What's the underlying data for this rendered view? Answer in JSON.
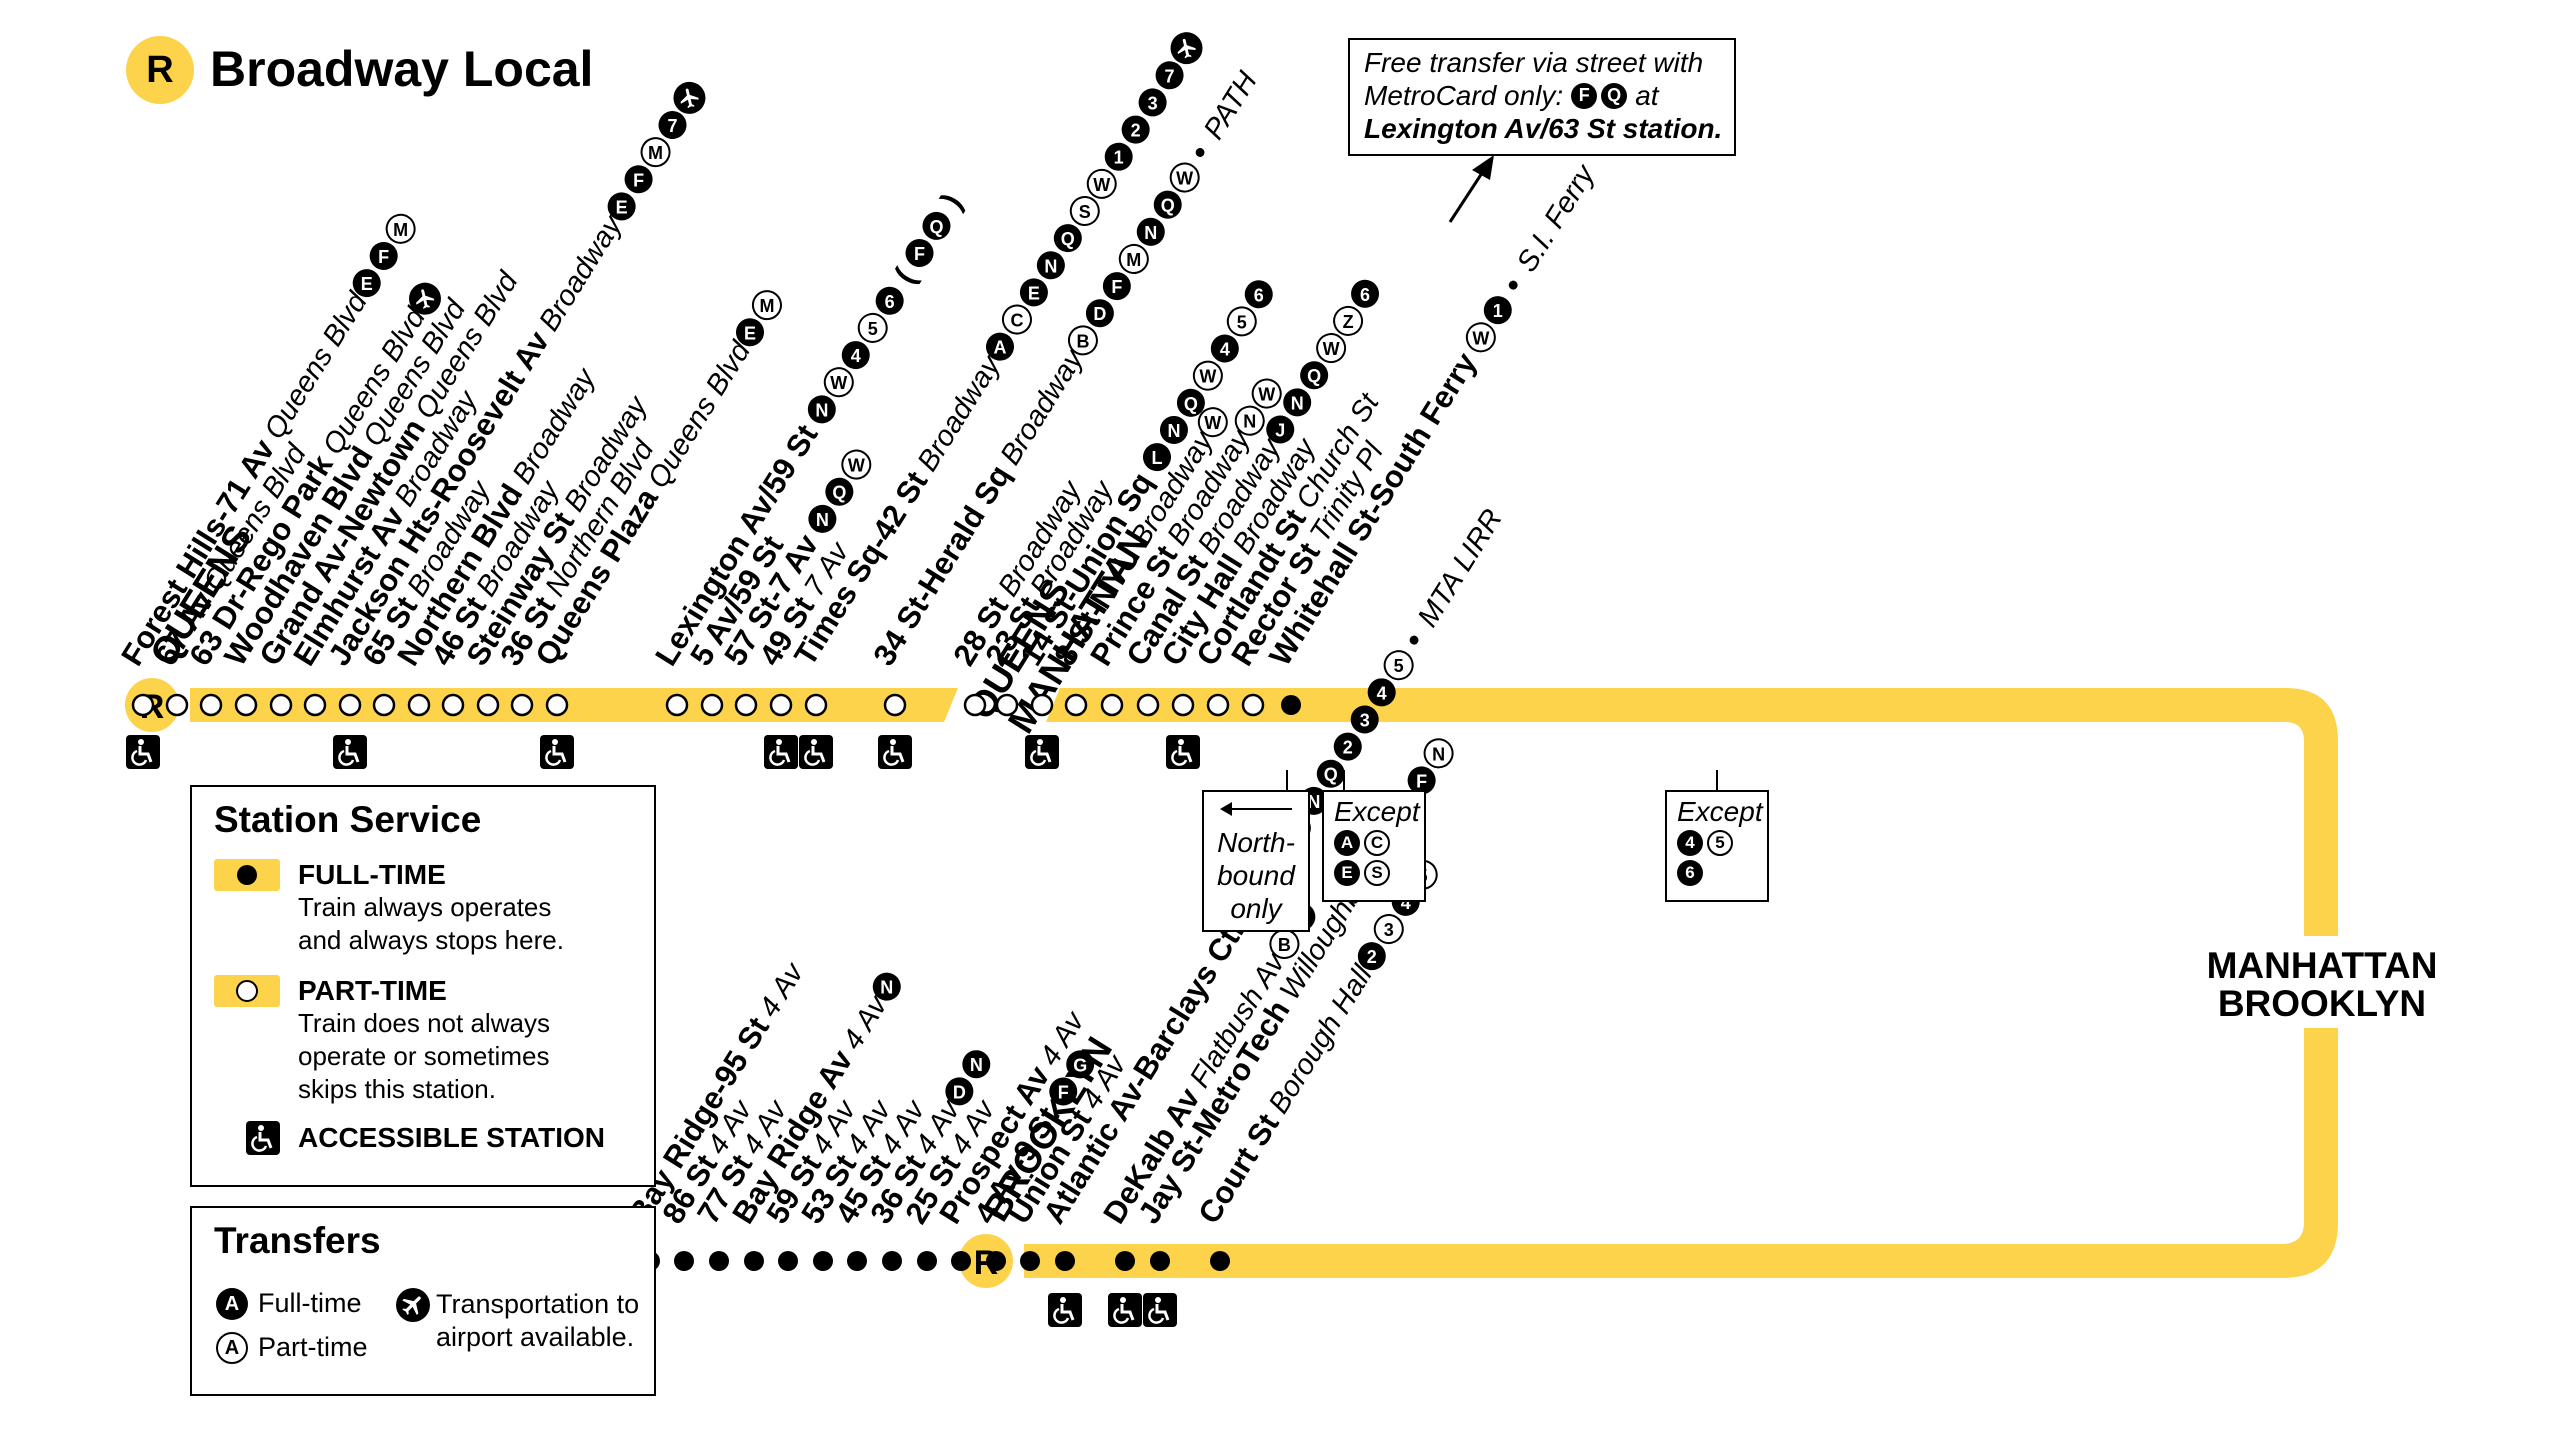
{
  "title": "Broadway Local",
  "route": {
    "letter": "R",
    "color": "#fcd34a"
  },
  "colors": {
    "line": "#fcd34a",
    "ink": "#000000"
  },
  "boroughs": {
    "queens": "QUEENS",
    "queens_manhattan": [
      "QUEENS",
      "MANHATTAN"
    ],
    "manhattan_brooklyn": [
      "MANHATTAN",
      "BROOKLYN"
    ],
    "brooklyn": "BROOKLYN"
  },
  "top_stations": [
    {
      "name": "Forest Hills-71 Av",
      "street": "Queens Blvd",
      "service": "part-time",
      "transfers": [
        {
          "r": "E",
          "f": true
        },
        {
          "r": "F",
          "f": true
        },
        {
          "r": "M",
          "f": false
        }
      ],
      "accessible": true
    },
    {
      "name": "67 Av",
      "street": "Queens Blvd",
      "service": "part-time",
      "transfers": [],
      "accessible": false
    },
    {
      "name": "63 Dr-Rego Park",
      "street": "Queens Blvd",
      "service": "part-time",
      "transfers": [
        {
          "r": "airport-icon",
          "f": true
        }
      ],
      "accessible": false
    },
    {
      "name": "Woodhaven Blvd",
      "street": "Queens Blvd",
      "service": "part-time",
      "transfers": [],
      "accessible": false
    },
    {
      "name": "Grand Av-Newtown",
      "street": "Queens Blvd",
      "service": "part-time",
      "transfers": [],
      "accessible": false
    },
    {
      "name": "Elmhurst Av",
      "street": "Broadway",
      "service": "part-time",
      "transfers": [],
      "accessible": false
    },
    {
      "name": "Jackson Hts-Roosevelt Av",
      "street": "Broadway",
      "service": "part-time",
      "transfers": [
        {
          "r": "E",
          "f": true
        },
        {
          "r": "F",
          "f": true
        },
        {
          "r": "M",
          "f": false
        },
        {
          "r": "7",
          "f": true
        },
        {
          "r": "airport-icon",
          "f": true
        }
      ],
      "accessible": true
    },
    {
      "name": "65 St",
      "street": "Broadway",
      "service": "part-time",
      "transfers": [],
      "accessible": false
    },
    {
      "name": "Northern Blvd",
      "street": "Broadway",
      "service": "part-time",
      "transfers": [],
      "accessible": false
    },
    {
      "name": "46 St",
      "street": "Broadway",
      "service": "part-time",
      "transfers": [],
      "accessible": false
    },
    {
      "name": "Steinway St",
      "street": "Broadway",
      "service": "part-time",
      "transfers": [],
      "accessible": false
    },
    {
      "name": "36 St",
      "street": "Northern Blvd",
      "service": "part-time",
      "transfers": [],
      "accessible": false
    },
    {
      "name": "Queens Plaza",
      "street": "Queens Blvd",
      "service": "part-time",
      "transfers": [
        {
          "r": "E",
          "f": true
        },
        {
          "r": "M",
          "f": false
        }
      ],
      "accessible": true
    },
    {
      "name": "Lexington Av/59 St",
      "street": "",
      "service": "part-time",
      "transfers": [
        {
          "r": "N",
          "f": true
        },
        {
          "r": "W",
          "f": false
        },
        {
          "r": "4",
          "f": true
        },
        {
          "r": "5",
          "f": false
        },
        {
          "r": "6",
          "f": true
        },
        {
          "r": "(",
          "f": null
        },
        {
          "r": "F",
          "f": true
        },
        {
          "r": "Q",
          "f": true
        },
        {
          "r": ")",
          "f": null
        }
      ],
      "accessible": false
    },
    {
      "name": "5 Av/59 St",
      "street": "",
      "service": "part-time",
      "transfers": [],
      "accessible": false
    },
    {
      "name": "57 St-7 Av",
      "street": "",
      "service": "part-time",
      "transfers": [
        {
          "r": "N",
          "f": true
        },
        {
          "r": "Q",
          "f": true
        },
        {
          "r": "W",
          "f": false
        }
      ],
      "accessible": false
    },
    {
      "name": "49 St",
      "street": "7 Av",
      "service": "part-time",
      "transfers": [],
      "accessible": true
    },
    {
      "name": "Times Sq-42 St",
      "street": "Broadway",
      "service": "part-time",
      "transfers": [
        {
          "r": "A",
          "f": true
        },
        {
          "r": "C",
          "f": false
        },
        {
          "r": "E",
          "f": true
        },
        {
          "r": "N",
          "f": true
        },
        {
          "r": "Q",
          "f": true
        },
        {
          "r": "S",
          "f": false
        },
        {
          "r": "W",
          "f": false
        },
        {
          "r": "1",
          "f": true
        },
        {
          "r": "2",
          "f": true
        },
        {
          "r": "3",
          "f": true
        },
        {
          "r": "7",
          "f": true
        },
        {
          "r": "airport-icon",
          "f": true
        }
      ],
      "accessible": true
    },
    {
      "name": "34 St-Herald Sq",
      "street": "Broadway",
      "service": "part-time",
      "transfers": [
        {
          "r": "B",
          "f": false
        },
        {
          "r": "D",
          "f": true
        },
        {
          "r": "F",
          "f": true
        },
        {
          "r": "M",
          "f": false
        },
        {
          "r": "N",
          "f": true
        },
        {
          "r": "Q",
          "f": true
        },
        {
          "r": "W",
          "f": false
        },
        {
          "r": "•",
          "f": null
        },
        {
          "r": "PATH",
          "f": null
        }
      ],
      "accessible": true
    },
    {
      "name": "28 St",
      "street": "Broadway",
      "service": "part-time",
      "transfers": [],
      "accessible": false
    },
    {
      "name": "23 St",
      "street": "Broadway",
      "service": "part-time",
      "transfers": [],
      "accessible": false
    },
    {
      "name": "14 St-Union Sq",
      "street": "",
      "service": "part-time",
      "transfers": [
        {
          "r": "L",
          "f": true
        },
        {
          "r": "N",
          "f": true
        },
        {
          "r": "Q",
          "f": true
        },
        {
          "r": "W",
          "f": false
        },
        {
          "r": "4",
          "f": true
        },
        {
          "r": "5",
          "f": false
        },
        {
          "r": "6",
          "f": true
        }
      ],
      "accessible": true
    },
    {
      "name": "8 St-NYU",
      "street": "Broadway",
      "service": "part-time",
      "transfers": [
        {
          "r": "W",
          "f": false
        }
      ],
      "accessible": false
    },
    {
      "name": "Prince St",
      "street": "Broadway",
      "service": "part-time",
      "transfers": [
        {
          "r": "N",
          "f": false
        },
        {
          "r": "W",
          "f": false
        }
      ],
      "accessible": false
    },
    {
      "name": "Canal St",
      "street": "Broadway",
      "service": "part-time",
      "transfers": [
        {
          "r": "J",
          "f": true
        },
        {
          "r": "N",
          "f": true
        },
        {
          "r": "Q",
          "f": true
        },
        {
          "r": "W",
          "f": false
        },
        {
          "r": "Z",
          "f": false
        },
        {
          "r": "6",
          "f": true
        }
      ],
      "accessible": false
    },
    {
      "name": "City Hall",
      "street": "Broadway",
      "service": "part-time",
      "transfers": [],
      "accessible": true
    },
    {
      "name": "Cortlandt St",
      "street": "Church St",
      "service": "part-time",
      "transfers": [],
      "accessible": false
    },
    {
      "name": "Rector St",
      "street": "Trinity Pl",
      "service": "part-time",
      "transfers": [],
      "accessible": false
    },
    {
      "name": "Whitehall St-South Ferry",
      "street": "",
      "service": "full-time",
      "transfers": [
        {
          "r": "W",
          "f": false
        },
        {
          "r": "1",
          "f": true
        },
        {
          "r": "•",
          "f": null
        },
        {
          "r": "S.I. Ferry",
          "f": null
        }
      ],
      "accessible": false
    }
  ],
  "bottom_stations": [
    {
      "name": "Bay Ridge-95 St",
      "street": "4 Av",
      "transfers": [],
      "accessible": false
    },
    {
      "name": "86 St",
      "street": "4 Av",
      "transfers": [],
      "accessible": false
    },
    {
      "name": "77 St",
      "street": "4 Av",
      "transfers": [],
      "accessible": false
    },
    {
      "name": "Bay Ridge Av",
      "street": "4 Av",
      "transfers": [
        {
          "r": "N",
          "f": true
        }
      ],
      "accessible": false
    },
    {
      "name": "59 St",
      "street": "4 Av",
      "transfers": [],
      "accessible": false
    },
    {
      "name": "53 St",
      "street": "4 Av",
      "transfers": [],
      "accessible": false
    },
    {
      "name": "45 St",
      "street": "4 Av",
      "transfers": [],
      "accessible": false
    },
    {
      "name": "36 St",
      "street": "4 Av",
      "transfers": [
        {
          "r": "D",
          "f": true
        },
        {
          "r": "N",
          "f": true
        }
      ],
      "accessible": false
    },
    {
      "name": "25 St",
      "street": "4 Av",
      "transfers": [],
      "accessible": false
    },
    {
      "name": "Prospect Av",
      "street": "4 Av",
      "transfers": [],
      "accessible": false
    },
    {
      "name": "4 Av-9 St",
      "street": "",
      "transfers": [
        {
          "r": "F",
          "f": true
        },
        {
          "r": "G",
          "f": true
        }
      ],
      "accessible": false
    },
    {
      "name": "Union St",
      "street": "4 Av",
      "transfers": [],
      "accessible": false
    },
    {
      "name": "Atlantic Av-Barclays Ctr",
      "street": "4 Av",
      "transfers": [
        {
          "r": "B",
          "f": false
        },
        {
          "r": "D",
          "f": true
        },
        {
          "r": "N",
          "f": true
        },
        {
          "r": "Q",
          "f": true
        },
        {
          "r": "2",
          "f": true
        },
        {
          "r": "3",
          "f": true
        },
        {
          "r": "4",
          "f": true
        },
        {
          "r": "5",
          "f": false
        },
        {
          "r": "•",
          "f": null
        },
        {
          "r": "MTA LIRR",
          "f": null
        }
      ],
      "accessible": true
    },
    {
      "name": "DeKalb Av",
      "street": "Flatbush Av",
      "transfers": [
        {
          "r": "B",
          "f": false
        },
        {
          "r": "Q",
          "f": true
        }
      ],
      "accessible": true
    },
    {
      "name": "Jay St-MetroTech",
      "street": "Willoughby St",
      "transfers": [
        {
          "r": "A",
          "f": true
        },
        {
          "r": "C",
          "f": false
        },
        {
          "r": "F",
          "f": true
        },
        {
          "r": "N",
          "f": false
        }
      ],
      "accessible": true
    },
    {
      "name": "Court St",
      "street": "Borough Hall",
      "transfers": [
        {
          "r": "2",
          "f": true
        },
        {
          "r": "3",
          "f": false
        },
        {
          "r": "4",
          "f": true
        },
        {
          "r": "5",
          "f": false
        }
      ],
      "accessible": false
    }
  ],
  "notes": {
    "metrocard": {
      "line1": "Free transfer via street with",
      "line2_pre": "MetroCard only:",
      "line2_routes": [
        "F",
        "Q"
      ],
      "line2_post": "at",
      "line3": "Lexington Av/63 St station."
    },
    "northbound": {
      "lines": [
        "North-",
        "bound",
        "only"
      ]
    },
    "except_times_sq": {
      "label": "Except",
      "routes": [
        {
          "r": "A",
          "f": true
        },
        {
          "r": "C",
          "f": false
        },
        {
          "r": "E",
          "f": true
        },
        {
          "r": "S",
          "f": false
        }
      ]
    },
    "except_union_sq": {
      "label": "Except",
      "routes": [
        {
          "r": "4",
          "f": true
        },
        {
          "r": "5",
          "f": false
        },
        {
          "r": "6",
          "f": true
        }
      ]
    }
  },
  "legend": {
    "service": {
      "title": "Station Service",
      "full_time": {
        "label": "FULL-TIME",
        "desc": "Train always operates\nand always stops here."
      },
      "part_time": {
        "label": "PART-TIME",
        "desc": "Train does not always\noperate or sometimes\nskips this station."
      },
      "accessible": {
        "label": "ACCESSIBLE STATION"
      }
    },
    "transfers": {
      "title": "Transfers",
      "full_time": {
        "route": "A",
        "label": "Full-time"
      },
      "part_time": {
        "route": "A",
        "label": "Part-time"
      },
      "airport": {
        "label": "Transportation to\nairport available."
      }
    }
  }
}
